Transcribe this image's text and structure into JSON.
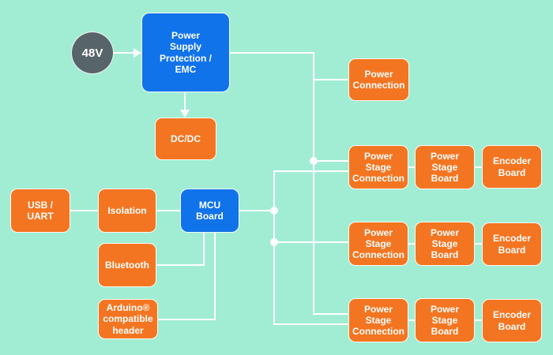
{
  "diagram": {
    "type": "block-diagram",
    "colors": {
      "background": "#a1edd3",
      "box_orange": "#f47521",
      "box_blue": "#1173e9",
      "source_gray": "#57646a",
      "connector": "#ffffff",
      "label_text": "#ffffff"
    },
    "nodes": {
      "input_48v": "48V",
      "power_supply": "Power\nSupply\nProtection /\nEMC",
      "dc_dc": "DC/DC",
      "power_connection": "Power\nConnection",
      "usb_uart": "USB /\nUART",
      "isolation": "Isolation",
      "mcu_board": "MCU\nBoard",
      "bluetooth": "Bluetooth",
      "arduino_header": "Arduino®\ncompatible\nheader"
    },
    "stage_rows": [
      {
        "connection": "Power\nStage\nConnection",
        "board": "Power\nStage\nBoard",
        "encoder": "Encoder\nBoard"
      },
      {
        "connection": "Power\nStage\nConnection",
        "board": "Power\nStage\nBoard",
        "encoder": "Encoder\nBoard"
      },
      {
        "connection": "Power\nStage\nConnection",
        "board": "Power\nStage\nBoard",
        "encoder": "Encoder\nBoard"
      }
    ]
  }
}
